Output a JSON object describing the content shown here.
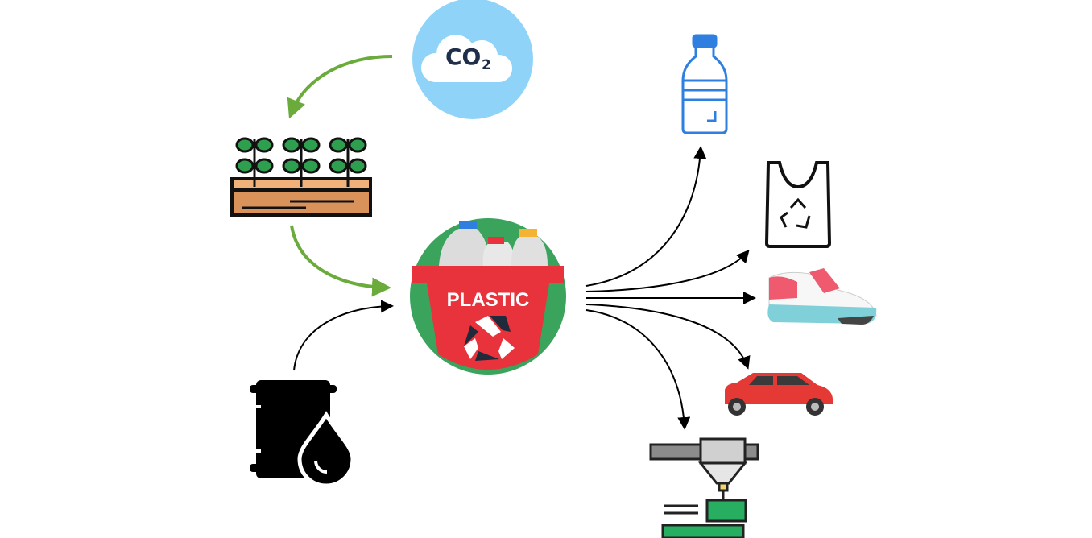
{
  "diagram": {
    "co2": {
      "label": "CO",
      "subscript": "2"
    },
    "plastic_bin": {
      "label": "PLASTIC"
    },
    "inputs": [
      "co2-icon",
      "plants-field-icon",
      "oil-barrel-icon"
    ],
    "outputs": [
      "water-bottle-icon",
      "plastic-bag-icon",
      "sneaker-icon",
      "car-icon",
      "3d-printer-icon"
    ],
    "colors": {
      "cloud_bg": "#8fd4f8",
      "green_arrow": "#6aab3c",
      "plant_green": "#2e9e4f",
      "soil": "#d9935a",
      "bin_red": "#e8323c",
      "bin_bg_green": "#3aa35c",
      "bottle_blue": "#2f7fe0",
      "car_red": "#e53935"
    }
  }
}
